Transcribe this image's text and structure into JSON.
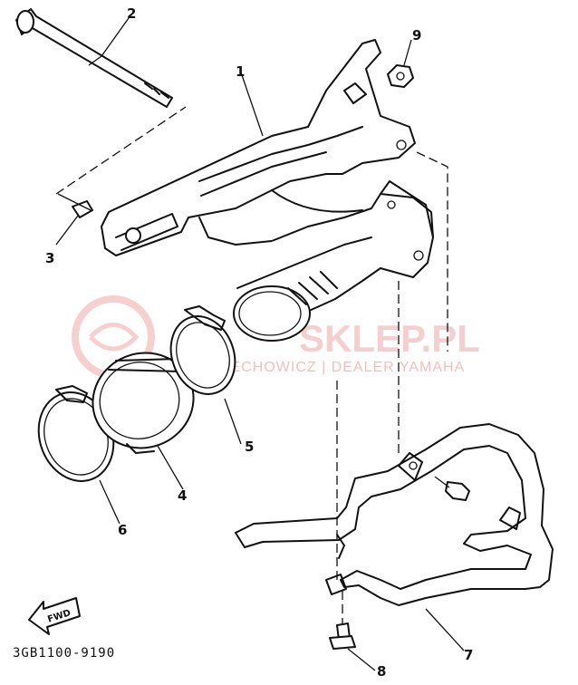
{
  "diagram": {
    "drawing_code": "3GB1100-9190",
    "direction_label": "FWD",
    "callouts": [
      "1",
      "2",
      "3",
      "4",
      "5",
      "6",
      "7",
      "8",
      "9"
    ],
    "colors": {
      "line": "#111111",
      "background": "#ffffff",
      "watermark": "#f4c7c7"
    },
    "watermark": {
      "brand": "SKLEP.PL",
      "tagline": "WOJCIECHOWICZ | DEALER YAMAHA"
    }
  }
}
